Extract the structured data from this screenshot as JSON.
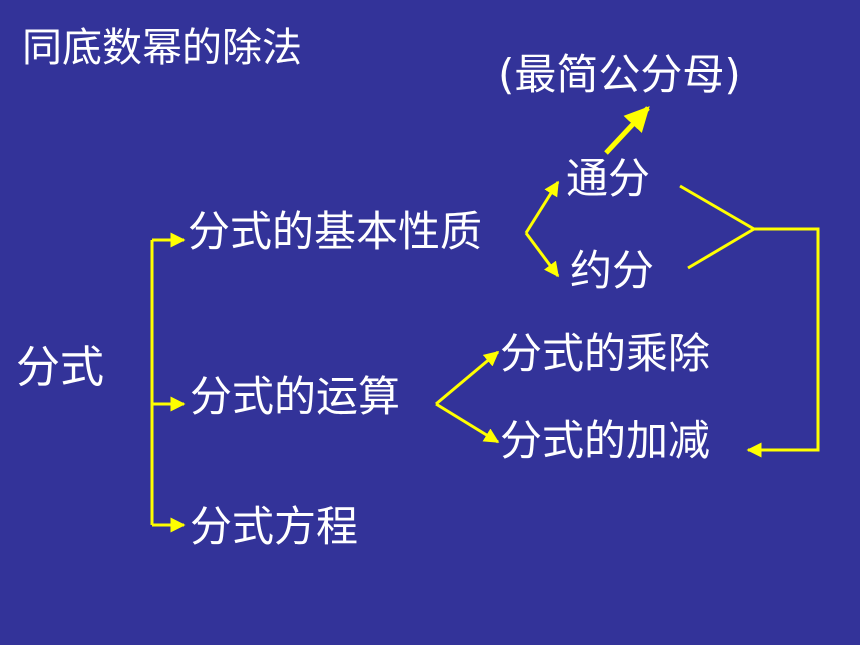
{
  "slide": {
    "title": "同底数幂的除法",
    "note": "(最简公分母)",
    "root": "分式",
    "branches": {
      "properties": "分式的基本性质",
      "operations": "分式的运算",
      "equations": "分式方程"
    },
    "property_children": {
      "common_denominator": "通分",
      "reduction": "约分"
    },
    "operation_children": {
      "mul_div": "分式的乘除",
      "add_sub": "分式的加减"
    }
  },
  "colors": {
    "background": "#333399",
    "text": "#ffffff",
    "connector": "#ffff00"
  }
}
